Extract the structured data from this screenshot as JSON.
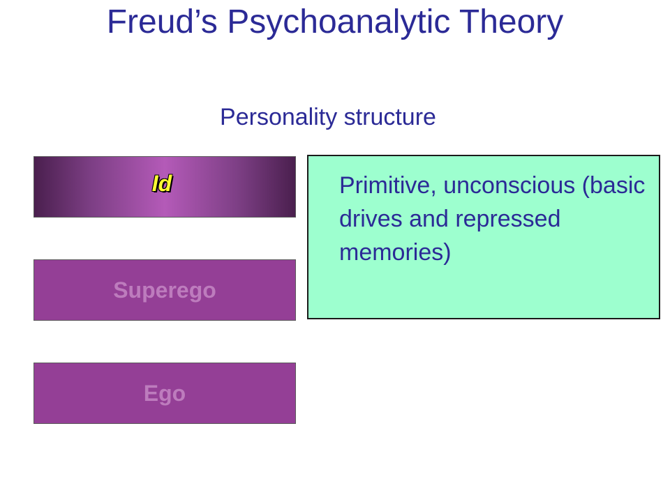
{
  "slide": {
    "title": "Freud’s Psychoanalytic Theory",
    "subtitle": "Personality structure"
  },
  "terms": [
    {
      "label": "Id",
      "active": true
    },
    {
      "label": "Superego",
      "active": false
    },
    {
      "label": "Ego",
      "active": false
    }
  ],
  "definition": {
    "text": "Primitive, unconscious (basic drives and repressed memories)"
  },
  "colors": {
    "text": "#2b2a96",
    "term_box": "#943f96",
    "term_box_label": "#bd7cbd",
    "active_label": "#ffff33",
    "definition_panel": "#9dffcf"
  }
}
